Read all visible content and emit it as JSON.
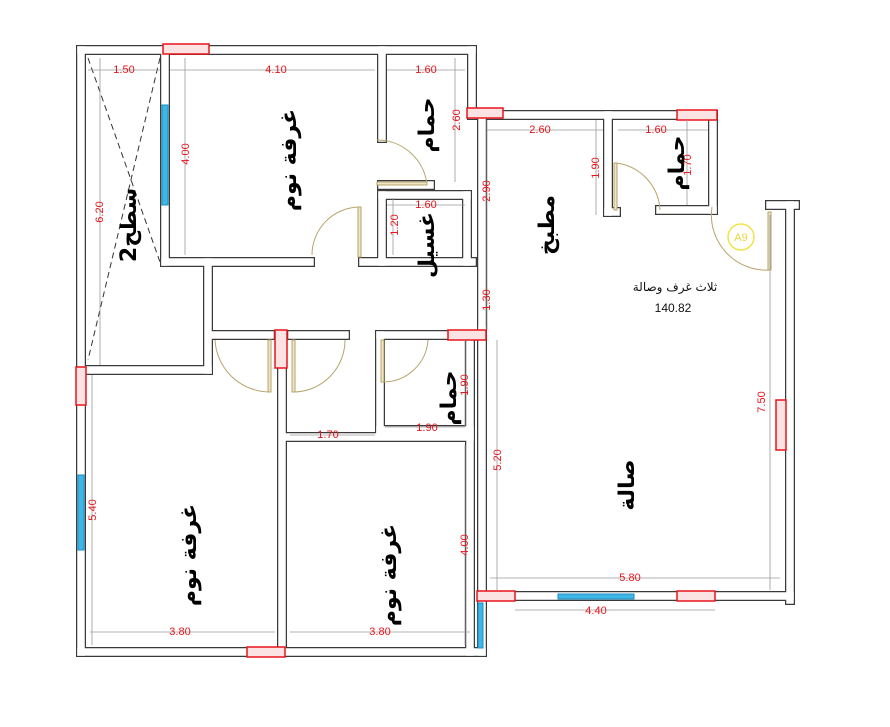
{
  "rooms": {
    "bedroom_top": "غرفة نوم",
    "bath_top": "حمام",
    "laundry": "غسيل",
    "roof": "سطح2",
    "kitchen": "مطبخ",
    "bath_right": "حمام",
    "bath_middle": "حمام",
    "bedroom_left": "غرفة نوم",
    "bedroom_mid": "غرفة نوم",
    "living": "صالة"
  },
  "summary": {
    "title": "ثلاث غرف وصالة",
    "area": "140.82"
  },
  "tag": "A9",
  "dimensions": {
    "roof_width": "1.50",
    "roof_height": "6.20",
    "bed_top_width": "4.10",
    "bed_top_height": "4.00",
    "bath_top_width": "1.60",
    "bath_top_height": "2.60",
    "laundry_width": "1.60",
    "laundry_height": "1.20",
    "kitchen_width": "2.60",
    "kitchen_height": "2.90",
    "kitchen_gap": "1.30",
    "bath_right_width": "1.60",
    "bath_right_height": "1.70",
    "bath_right_side": "1.90",
    "bath_mid_width": "1.90",
    "bath_mid_height": "1.90",
    "corridor_width": "1.70",
    "bed_left_width": "3.80",
    "bed_left_height": "5.40",
    "bed_mid_width": "3.80",
    "bed_mid_height": "4.00",
    "living_width": "5.80",
    "living_height": "7.50",
    "living_side": "5.20",
    "window_width": "4.40"
  },
  "colors": {
    "dimension": "#e8141b",
    "wall": "#3a3a3a",
    "window": "#3fb6e6",
    "door": "#b7a46c"
  }
}
